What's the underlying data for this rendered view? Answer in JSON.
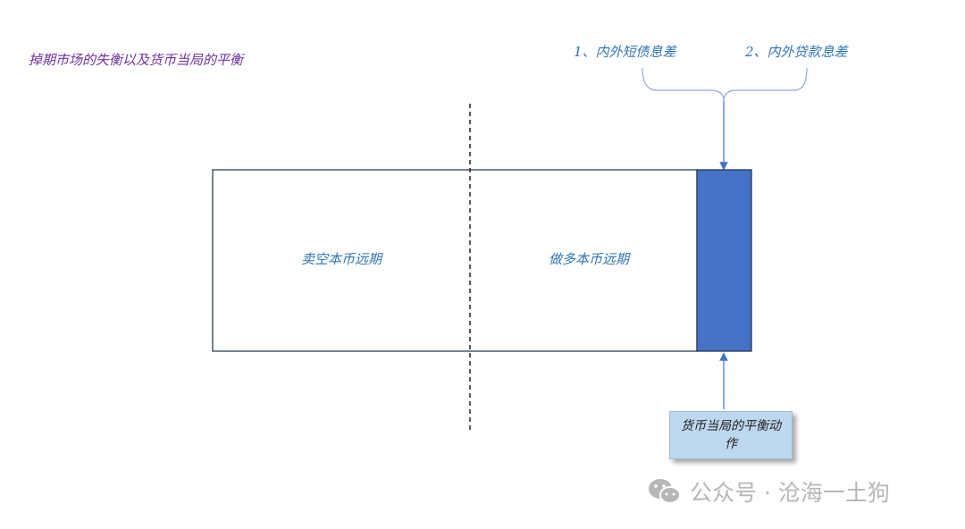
{
  "title": "掉期市场的失衡以及货币当局的平衡",
  "top_labels": [
    {
      "text": "1、内外短债息差"
    },
    {
      "text": "2、内外贷款息差"
    }
  ],
  "boxes": {
    "left_label": "卖空本币远期",
    "right_label": "做多本币远期"
  },
  "central_bank_note": "货币当局的平衡动作",
  "watermark": "公众号 · 沧海一土狗",
  "colors": {
    "title": "#7030a0",
    "labels": "#2e75b6",
    "bar": "#4472c4",
    "note_bg": "#bdd7ee",
    "watermark": "#b7b7b7"
  }
}
